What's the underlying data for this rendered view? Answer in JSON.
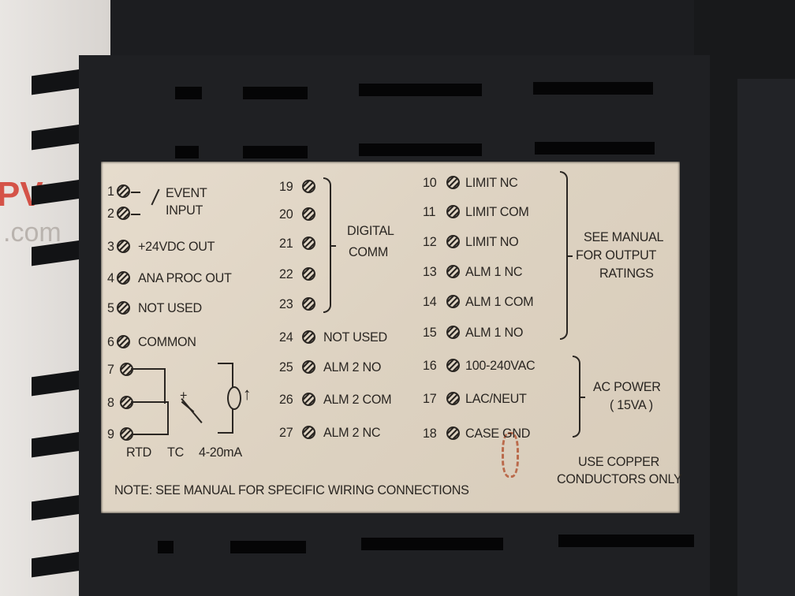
{
  "watermark": {
    "brand": "PV",
    "domain": ".com"
  },
  "label": {
    "left_terminals": [
      {
        "num": "1",
        "text": ""
      },
      {
        "num": "2",
        "text": ""
      },
      {
        "num": "3",
        "text": "+24VDC OUT"
      },
      {
        "num": "4",
        "text": "ANA PROC OUT"
      },
      {
        "num": "5",
        "text": "NOT USED"
      },
      {
        "num": "6",
        "text": "COMMON"
      },
      {
        "num": "7",
        "text": ""
      },
      {
        "num": "8",
        "text": ""
      },
      {
        "num": "9",
        "text": ""
      }
    ],
    "event_input": [
      "EVENT",
      "INPUT"
    ],
    "sensor_types": {
      "rtd": "RTD",
      "tc": "TC",
      "ma": "4-20mA",
      "plus": "+"
    },
    "middle_terminals": [
      {
        "num": "19",
        "text": ""
      },
      {
        "num": "20",
        "text": ""
      },
      {
        "num": "21",
        "text": ""
      },
      {
        "num": "22",
        "text": ""
      },
      {
        "num": "23",
        "text": ""
      },
      {
        "num": "24",
        "text": "NOT USED"
      },
      {
        "num": "25",
        "text": "ALM  2  NO"
      },
      {
        "num": "26",
        "text": "ALM  2  COM"
      },
      {
        "num": "27",
        "text": "ALM  2  NC"
      }
    ],
    "digital_comm": [
      "DIGITAL",
      "COMM"
    ],
    "right_terminals": [
      {
        "num": "10",
        "text": "LIMIT NC"
      },
      {
        "num": "11",
        "text": "LIMIT COM"
      },
      {
        "num": "12",
        "text": "LIMIT NO"
      },
      {
        "num": "13",
        "text": "ALM  1  NC"
      },
      {
        "num": "14",
        "text": "ALM  1  COM"
      },
      {
        "num": "15",
        "text": "ALM  1  NO"
      },
      {
        "num": "16",
        "text": "100-240VAC"
      },
      {
        "num": "17",
        "text": "LAC/NEUT"
      },
      {
        "num": "18",
        "text": "CASE GND"
      }
    ],
    "output_note": [
      "SEE MANUAL",
      "FOR OUTPUT",
      "RATINGS"
    ],
    "power_note": [
      "AC POWER",
      "( 15VA )"
    ],
    "copper_note": [
      "USE COPPER",
      "CONDUCTORS ONLY"
    ],
    "footer_note": "NOTE: SEE MANUAL FOR SPECIFIC WIRING CONNECTIONS"
  }
}
